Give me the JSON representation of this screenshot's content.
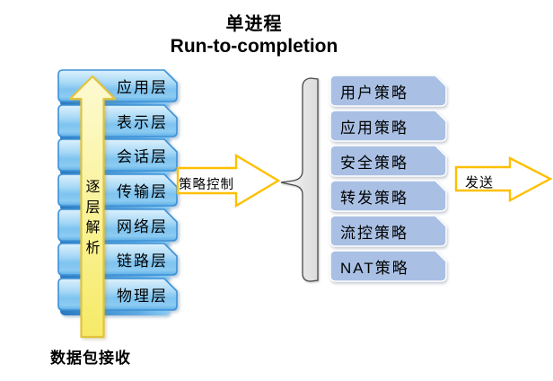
{
  "title": {
    "line1": "单进程",
    "line2": "Run-to-completion"
  },
  "osi_stack": {
    "layers": [
      {
        "label": "应用层"
      },
      {
        "label": "表示层"
      },
      {
        "label": "会话层"
      },
      {
        "label": "传输层"
      },
      {
        "label": "网络层"
      },
      {
        "label": "链路层"
      },
      {
        "label": "物理层"
      }
    ],
    "parse_arrow_label": "逐层解析",
    "receive_label": "数据包接收"
  },
  "policy_stack": {
    "items": [
      {
        "label": "用户策略"
      },
      {
        "label": "应用策略"
      },
      {
        "label": "安全策略"
      },
      {
        "label": "转发策略"
      },
      {
        "label": "流控策略"
      },
      {
        "label": "NAT策略"
      }
    ]
  },
  "flow": {
    "policy_control_label": "策略控制",
    "send_label": "发送"
  },
  "colors": {
    "layer_box_border": "#3e92d6",
    "layer_box_fill_top": "#ddf1fc",
    "layer_box_fill_bottom": "#5caee6",
    "layer_fold_dark": "#2a79c1",
    "policy_box_fill": "#a9c0e4",
    "up_arrow_fill": "#f8ef7d",
    "up_arrow_border": "#e2c33c",
    "flow_arrow_border": "#ffbf00",
    "brace_fill": "#e8e8e8",
    "text": "#000000"
  }
}
